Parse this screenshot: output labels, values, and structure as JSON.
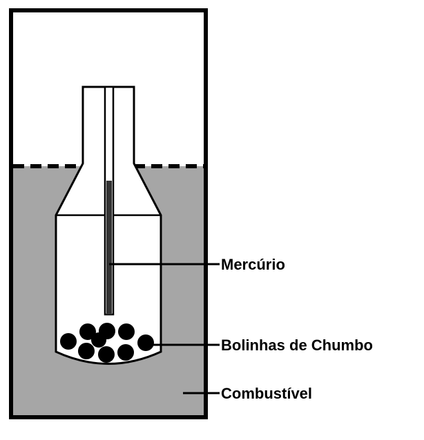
{
  "diagram": {
    "labels": {
      "mercury": "Mercúrio",
      "lead_balls": "Bolinhas de Chumbo",
      "fuel": "Combustível"
    },
    "colors": {
      "fuel_fill": "#a6a6a6",
      "background": "#ffffff",
      "outline": "#000000"
    }
  }
}
